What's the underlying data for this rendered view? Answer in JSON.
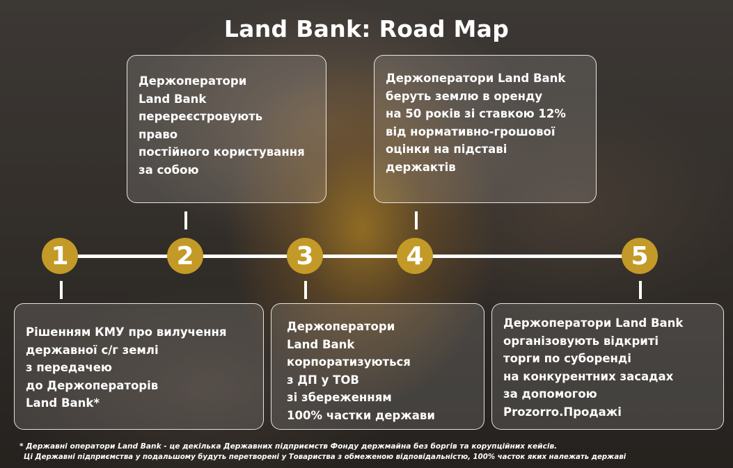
{
  "title": "Land Bank: Road Map",
  "steps": [
    {
      "number": "1",
      "lines": [
        "Рішенням КМУ про вилучення",
        "державної с/г землі",
        "з передачею",
        "до Держоператорів",
        "Land Bank*"
      ]
    },
    {
      "number": "2",
      "lines": [
        "Держоператори",
        "Land Bank",
        "перереєстровують",
        "право",
        "постійного користування",
        "за собою"
      ]
    },
    {
      "number": "3",
      "lines": [
        "Держоператори",
        "Land Bank",
        "корпоратизуються",
        "з ДП у ТОВ",
        "зі збереженням",
        "100% частки держави"
      ]
    },
    {
      "number": "4",
      "lines": [
        "Держоператори Land Bank",
        "беруть землю в оренду",
        "на 50 років зі ставкою 12%",
        "від нормативно-грошової",
        "оцінки на підставі",
        "держактів"
      ]
    },
    {
      "number": "5",
      "lines": [
        "Держоператори Land Bank",
        "організовують відкриті",
        "торги по суборенді",
        "на конкурентних засадах",
        "за допомогою",
        "Prozorro.Продажі"
      ]
    }
  ],
  "footnote": {
    "line1": "* Державні оператори Land Bank - це декілька Державних підприємств Фонду держмайна без боргів та корупційних кейсів.",
    "line2": "Ці Державні підприємства у подальшому будуть перетворені у Товариства з обмеженою відповідальністю, 100% часток яких належать державі"
  },
  "colors": {
    "accent": "#c39a27",
    "line": "#ffffff"
  }
}
